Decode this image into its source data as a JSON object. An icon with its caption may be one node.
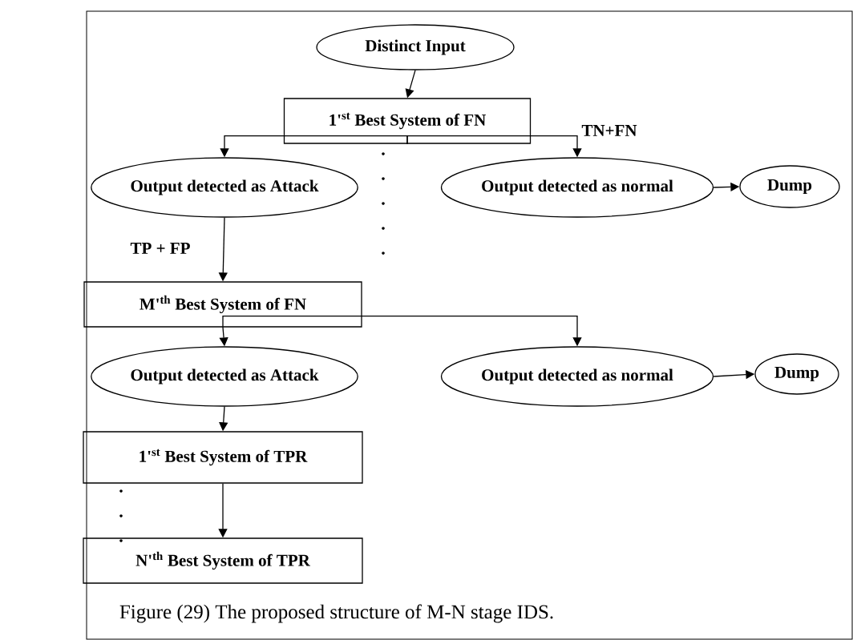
{
  "diagram": {
    "caption": "Figure (29) The proposed structure of M-N stage IDS.",
    "nodes": [
      {
        "text": [
          "Distinct Input"
        ]
      },
      {
        "text": [
          "1'$^{st}$ Best System of FN"
        ]
      },
      {
        "text": [
          "Output detected as Attack"
        ]
      },
      {
        "text": [
          "Output detected as normal"
        ]
      },
      {
        "text": [
          "Dump"
        ]
      },
      {
        "text": [
          "M'$^{th}$ Best System of FN"
        ]
      },
      {
        "text": [
          "Output detected as Attack"
        ]
      },
      {
        "text": [
          "Output detected as normal"
        ]
      },
      {
        "text": [
          "Dump"
        ]
      },
      {
        "text": [
          "1'$^{st}$ Best System of TPR"
        ]
      },
      {
        "text": [
          "N'$^{th}$ Best System of TPR"
        ]
      }
    ],
    "edges": [
      {
        "from": 0,
        "to": 1,
        "arrow": "to"
      },
      {
        "from": 1,
        "to": 2,
        "arrow": "to"
      },
      {
        "from": 1,
        "to": 3,
        "arrow": "to",
        "label": "TN+FN"
      },
      {
        "from": 3,
        "to": 4,
        "arrow": "to"
      },
      {
        "from": 2,
        "to": 5,
        "arrow": "to",
        "label": "TP + FP"
      },
      {
        "from": 5,
        "to": 6,
        "arrow": "to"
      },
      {
        "from": 5,
        "to": 7,
        "arrow": "to"
      },
      {
        "from": 7,
        "to": 8,
        "arrow": "to"
      },
      {
        "from": 6,
        "to": 9,
        "arrow": "to"
      },
      {
        "from": 9,
        "to": 10,
        "arrow": "to"
      }
    ]
  }
}
